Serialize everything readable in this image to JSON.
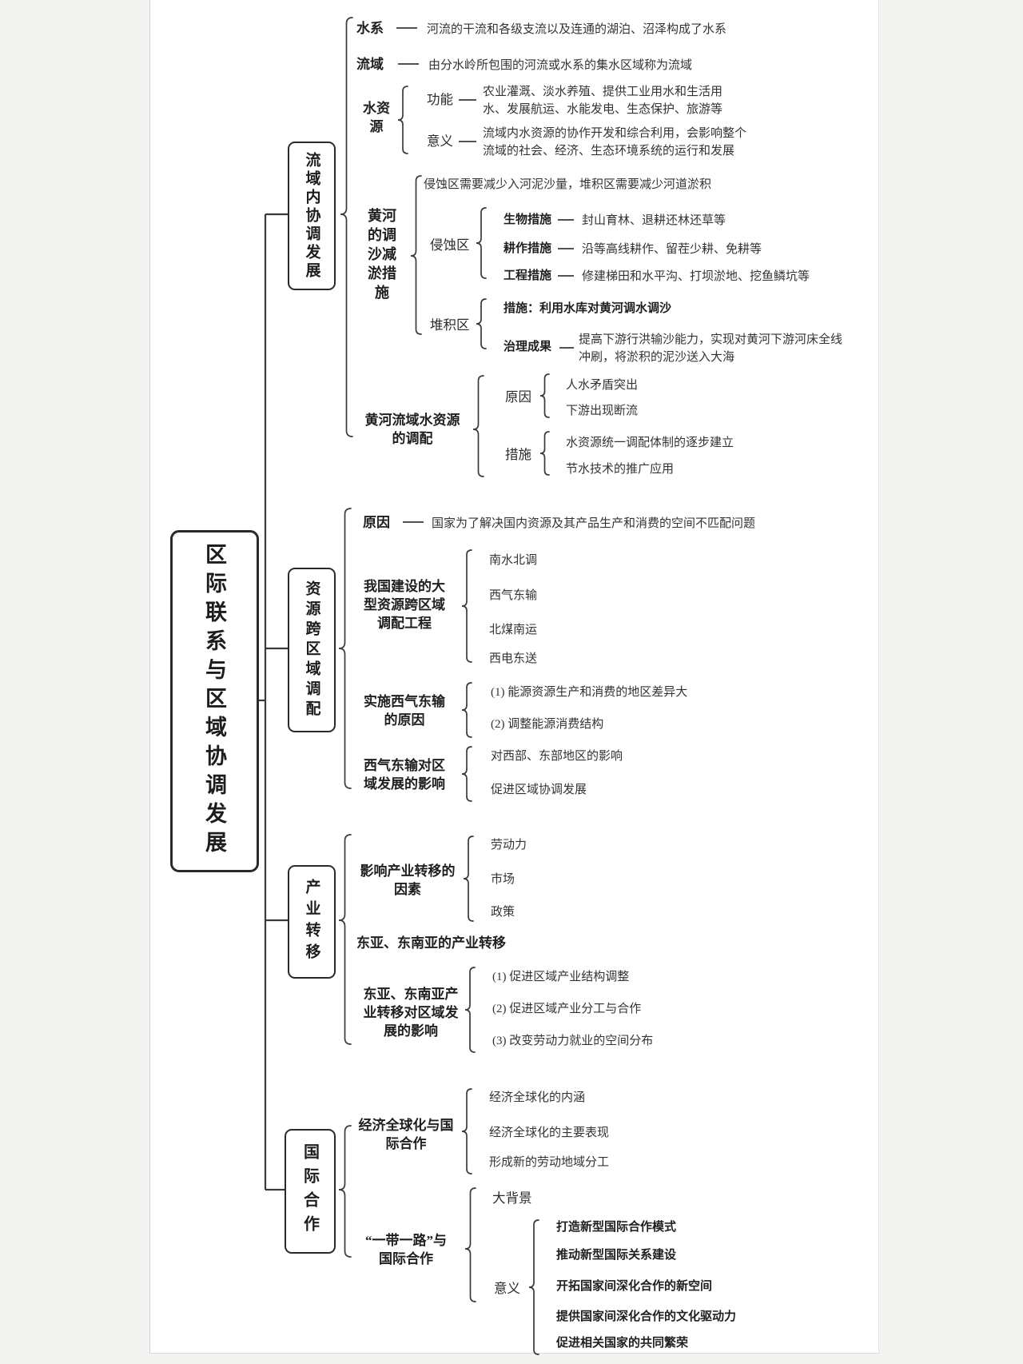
{
  "ink": "#2a2a2a",
  "root": {
    "label": "区际联系与区域协调发展"
  },
  "branches": {
    "b1": {
      "label": "流域内协调发展",
      "shuixi": {
        "label": "水系",
        "desc": "河流的干流和各级支流以及连通的湖泊、沼泽构成了水系"
      },
      "liuyu": {
        "label": "流域",
        "desc": "由分水岭所包围的河流或水系的集水区域称为流域"
      },
      "shuiziyuan": {
        "label": "水资源",
        "gongneng": {
          "label": "功能",
          "desc": "农业灌溉、淡水养殖、提供工业用水和生活用水、发展航运、水能发电、生态保护、旅游等"
        },
        "yiyi": {
          "label": "意义",
          "desc": "流域内水资源的协作开发和综合利用，会影响整个流域的社会、经济、生态环境系统的运行和发展"
        }
      },
      "tiaosha": {
        "label": "黄河的调沙减淤措施",
        "overview": "侵蚀区需要减少入河泥沙量，堆积区需要减少河道淤积",
        "qinshi": {
          "label": "侵蚀区",
          "items": [
            {
              "label": "生物措施",
              "desc": "封山育林、退耕还林还草等"
            },
            {
              "label": "耕作措施",
              "desc": "沿等高线耕作、留茬少耕、免耕等"
            },
            {
              "label": "工程措施",
              "desc": "修建梯田和水平沟、打坝淤地、挖鱼鳞坑等"
            }
          ]
        },
        "duiji": {
          "label": "堆积区",
          "cuoshi": "措施：利用水库对黄河调水调沙",
          "chengguo": {
            "label": "治理成果",
            "desc": "提高下游行洪输沙能力，实现对黄河下游河床全线冲刷，将淤积的泥沙送入大海"
          }
        }
      },
      "diaopei": {
        "label": "黄河流域水资源的调配",
        "yuanyin": {
          "label": "原因",
          "items": [
            "人水矛盾突出",
            "下游出现断流"
          ]
        },
        "cuoshi": {
          "label": "措施",
          "items": [
            "水资源统一调配体制的逐步建立",
            "节水技术的推广应用"
          ]
        }
      }
    },
    "b2": {
      "label": "资源跨区域调配",
      "yuanyin": {
        "label": "原因",
        "desc": "国家为了解决国内资源及其产品生产和消费的空间不匹配问题"
      },
      "gongcheng": {
        "label": "我国建设的大型资源跨区域调配工程",
        "items": [
          "南水北调",
          "西气东输",
          "北煤南运",
          "西电东送"
        ]
      },
      "shishi": {
        "label": "实施西气东输的原因",
        "items": [
          "(1) 能源资源生产和消费的地区差异大",
          "(2) 调整能源消费结构"
        ]
      },
      "yingxiang": {
        "label": "西气东输对区域发展的影响",
        "items": [
          "对西部、东部地区的影响",
          "促进区域协调发展"
        ]
      }
    },
    "b3": {
      "label": "产业转移",
      "yinsu": {
        "label": "影响产业转移的因素",
        "items": [
          "劳动力",
          "市场",
          "政策"
        ]
      },
      "dongya": "东亚、东南亚的产业转移",
      "yingxiang": {
        "label": "东亚、东南亚产业转移对区域发展的影响",
        "items": [
          "(1) 促进区域产业结构调整",
          "(2) 促进区域产业分工与合作",
          "(3) 改变劳动力就业的空间分布"
        ]
      }
    },
    "b4": {
      "label": "国际合作",
      "quanqiuhua": {
        "label": "经济全球化与国际合作",
        "items": [
          "经济全球化的内涵",
          "经济全球化的主要表现",
          "形成新的劳动地域分工"
        ]
      },
      "yidaiyilu": {
        "label": "“一带一路”与国际合作",
        "beijing": "大背景",
        "yiyi": {
          "label": "意义",
          "items": [
            "打造新型国际合作模式",
            "推动新型国际关系建设",
            "开拓国家间深化合作的新空间",
            "提供国家间深化合作的文化驱动力",
            "促进相关国家的共同繁荣"
          ]
        }
      }
    }
  }
}
